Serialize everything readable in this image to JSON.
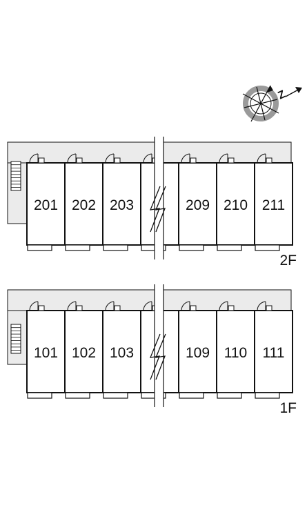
{
  "compass": {
    "north_letter": "Z"
  },
  "floors": [
    {
      "id": "2f",
      "label": "2F",
      "units": [
        "201",
        "202",
        "203",
        "",
        "209",
        "210",
        "211"
      ]
    },
    {
      "id": "1f",
      "label": "1F",
      "units": [
        "101",
        "102",
        "103",
        "",
        "109",
        "110",
        "111"
      ]
    }
  ],
  "colors": {
    "corridor": "#ebebeb",
    "line": "#111111",
    "compass_ring": "#9a9a9a"
  }
}
